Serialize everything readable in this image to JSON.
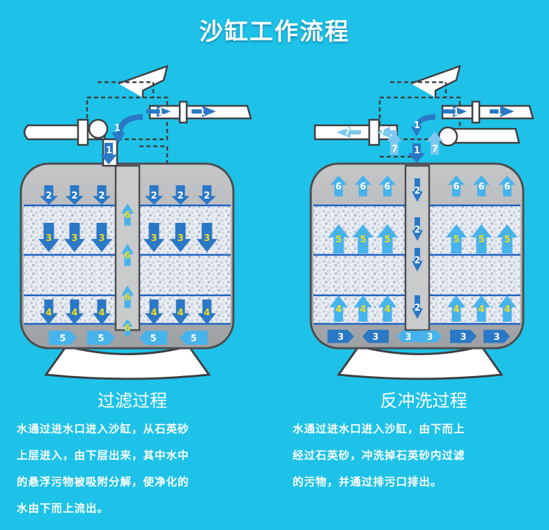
{
  "title": "沙缸工作流程",
  "colors": {
    "background": "#1ec2e8",
    "tank_shell": "#b0b3b5",
    "tank_outline": "#4b4d50",
    "filter_arrow": "#2a78c6",
    "backwash_arrow": "#46b3ec",
    "number_yellow": "#f3dc1e",
    "layer_line": "#1d63c2"
  },
  "filtration": {
    "caption": "过滤过程",
    "description": [
      "水通过进水口进入沙缸，从石英砂",
      "上层进入，由下层出来，其中水中",
      "的悬浮污物被吸附分解，使净化的",
      "水由下而上流出。"
    ],
    "labels": {
      "inlet": "1",
      "top": "2",
      "sand_upper": "3",
      "sand_lower": "4",
      "bottom": "5",
      "riser": "6"
    }
  },
  "backwash": {
    "caption": "反冲洗过程",
    "description": [
      "水通过进水口进入沙缸，由下而上",
      "经过石英砂，冲洗掉石英砂内过滤",
      "的污物，并通过排污口排出。"
    ],
    "labels": {
      "inlet": "1",
      "center_pipe": "2",
      "bottom": "3",
      "sand_lower": "4",
      "sand_upper": "5",
      "top": "6",
      "drain": "7"
    }
  }
}
